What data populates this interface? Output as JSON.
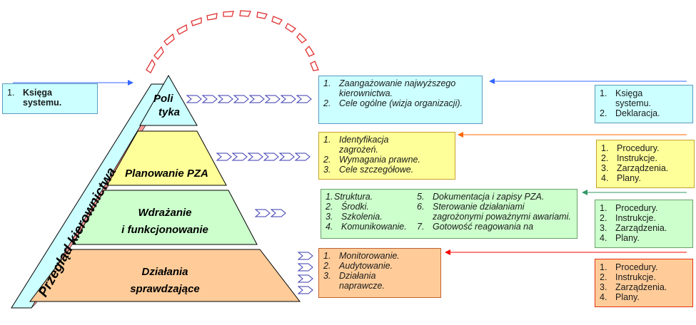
{
  "side_label": "Przegląd kierownictwa",
  "levels": {
    "polityka": [
      "Poli",
      "tyka"
    ],
    "planowanie": "Planowanie PZA",
    "wdrazanie": [
      "Wdrażanie",
      "i funkcjonowanie"
    ],
    "dzialania": [
      "Działania",
      "sprawdzające"
    ]
  },
  "left_box": [
    {
      "n": "1.",
      "t": "Księga systemu."
    }
  ],
  "box_polityka": [
    {
      "n": "1.",
      "t": "Zaangażowanie najwyższego kierownictwa."
    },
    {
      "n": "2.",
      "t": "Cele ogólne (wizja organizacji)."
    }
  ],
  "box_planowanie": [
    {
      "n": "1.",
      "t": "Identyfikacja zagrożeń."
    },
    {
      "n": "2.",
      "t": "Wymagania prawne."
    },
    {
      "n": "3.",
      "t": "Cele szczegółowe."
    }
  ],
  "box_wdrazanie_left": [
    {
      "n": "1.",
      "t": "Struktura."
    },
    {
      "n": "2.",
      "t": "Środki."
    },
    {
      "n": "3.",
      "t": "Szkolenia."
    },
    {
      "n": "4.",
      "t": "Komunikowanie."
    }
  ],
  "box_wdrazanie_right": [
    {
      "n": "5.",
      "t": "Dokumentacja i zapisy PZA."
    },
    {
      "n": "6.",
      "t": "Sterowanie działaniami zagrożonymi poważnymi awariami."
    },
    {
      "n": "7.",
      "t": "Gotowość reagowania na"
    }
  ],
  "box_dzialania": [
    {
      "n": "1.",
      "t": "Monitorowanie."
    },
    {
      "n": "2.",
      "t": "Audytowanie."
    },
    {
      "n": "3.",
      "t": "Działania naprawcze."
    }
  ],
  "right_polityka": [
    {
      "n": "1.",
      "t": "Księga systemu."
    },
    {
      "n": "2.",
      "t": "Deklaracja."
    }
  ],
  "right_planowanie": [
    {
      "n": "1.",
      "t": "Procedury."
    },
    {
      "n": "2.",
      "t": "Instrukcje."
    },
    {
      "n": "3.",
      "t": "Zarządzenia."
    },
    {
      "n": "4.",
      "t": "Plany."
    }
  ],
  "right_wdrazanie": [
    {
      "n": "1.",
      "t": "Procedury."
    },
    {
      "n": "2.",
      "t": "Instrukcje."
    },
    {
      "n": "3.",
      "t": "Zarządzenia."
    },
    {
      "n": "4.",
      "t": "Plany."
    }
  ],
  "right_dzialania": [
    {
      "n": "1.",
      "t": "Procedury."
    },
    {
      "n": "2.",
      "t": "Instrukcje."
    },
    {
      "n": "3.",
      "t": "Zarządzenia."
    },
    {
      "n": "4.",
      "t": "Plany."
    }
  ],
  "colors": {
    "cyan": "#ccffff",
    "yellow": "#ffff99",
    "green": "#ccffcc",
    "orange": "#ffcc99",
    "blue_arrow": "#3366ff",
    "orange_arrow": "#ff6600",
    "green_arrow": "#339966",
    "red_arrow": "#ff0000"
  }
}
